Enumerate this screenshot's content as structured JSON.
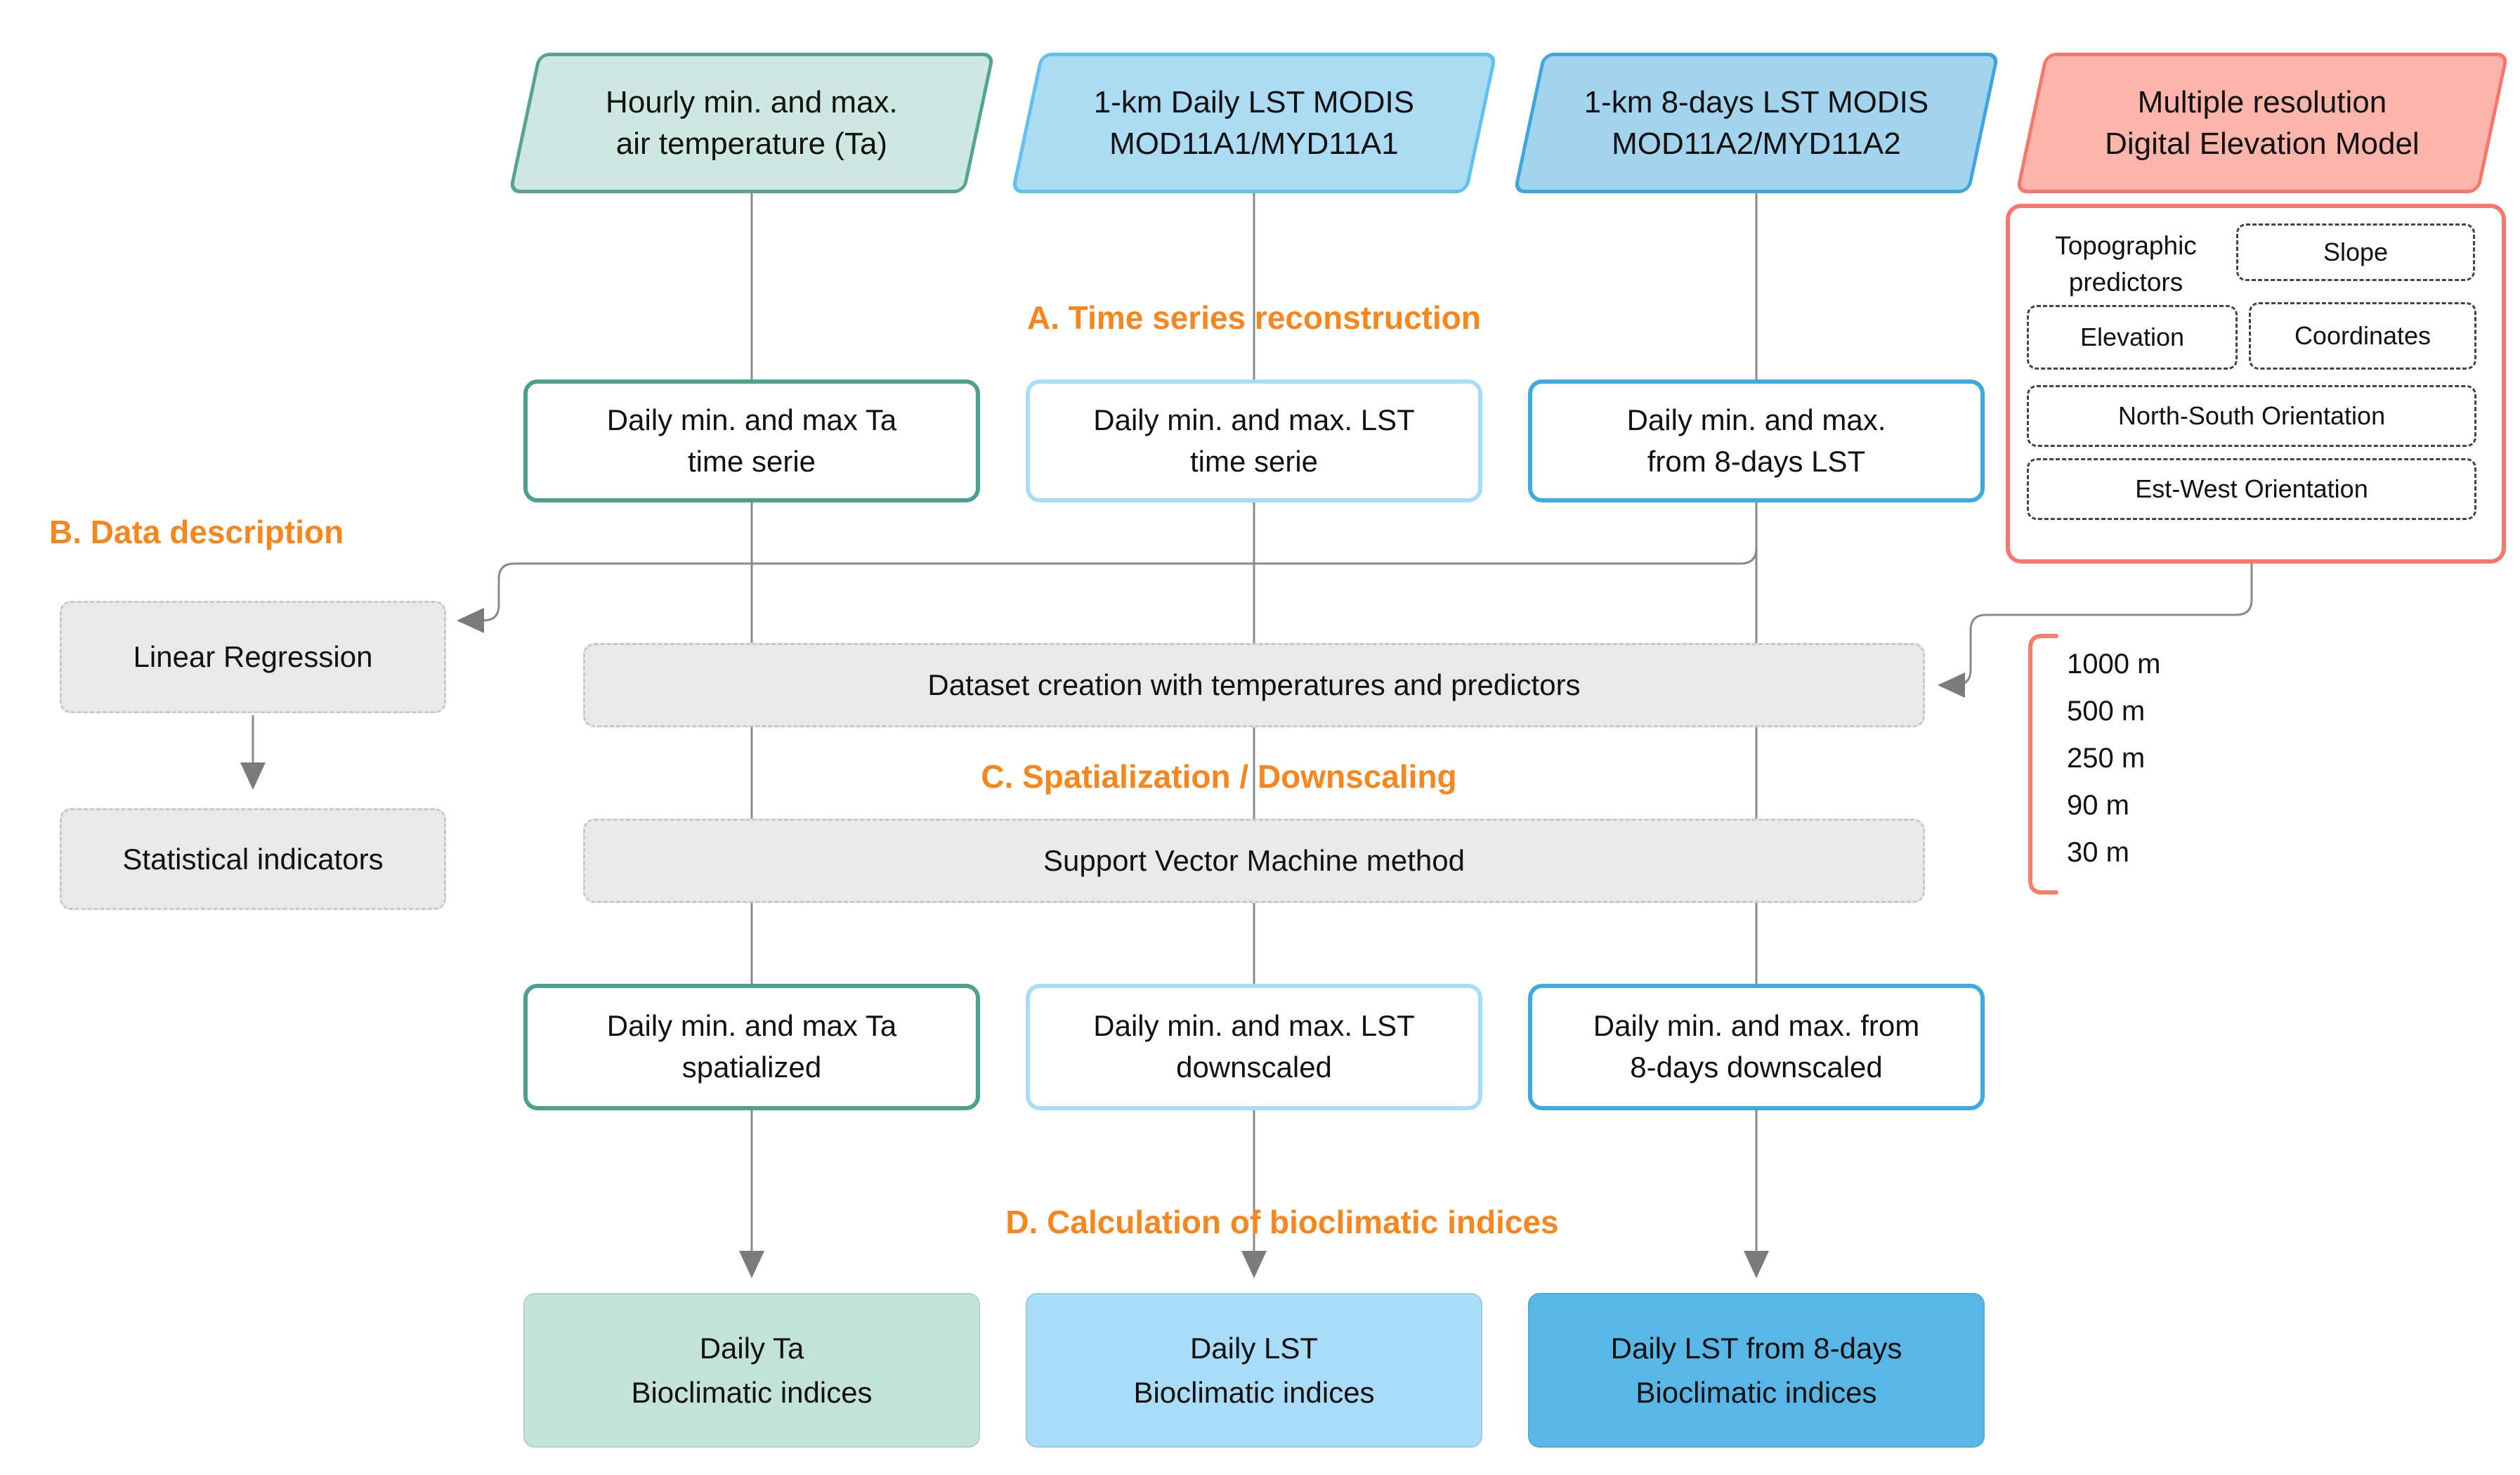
{
  "headings": {
    "a": "A. Time series reconstruction",
    "b": "B. Data description",
    "c": "C. Spatialization / Downscaling",
    "d": "D. Calculation of bioclimatic indices"
  },
  "inputs": [
    {
      "label": "Hourly min. and max.\nair temperature (Ta)"
    },
    {
      "label": "1-km Daily LST MODIS\nMOD11A1/MYD11A1"
    },
    {
      "label": "1-km 8-days LST MODIS\nMOD11A2/MYD11A2"
    },
    {
      "label": "Multiple resolution\nDigital Elevation Model"
    }
  ],
  "timeseries_row": [
    {
      "label": "Daily min. and max Ta\ntime serie"
    },
    {
      "label": "Daily min. and max. LST\ntime serie"
    },
    {
      "label": "Daily min. and max.\nfrom 8-days LST"
    }
  ],
  "topographic": {
    "title": "Topographic\npredictors",
    "predictors": [
      "Slope",
      "Elevation",
      "Coordinates",
      "North-South Orientation",
      "Est-West Orientation"
    ]
  },
  "data_description": {
    "linear_regression": "Linear Regression",
    "statistical_indicators": "Statistical indicators"
  },
  "dataset_box": "Dataset creation with temperatures and predictors",
  "svm_box": "Support Vector Machine method",
  "resolutions": [
    "1000 m",
    "500 m",
    "250 m",
    "90 m",
    "30 m"
  ],
  "spatialized_row": [
    {
      "label": "Daily min. and max Ta\nspatialized"
    },
    {
      "label": "Daily min. and max. LST\ndownscaled"
    },
    {
      "label": "Daily min. and max. from\n8-days downscaled"
    }
  ],
  "bioclimatic_row": [
    {
      "label": "Daily Ta\nBioclimatic indices"
    },
    {
      "label": "Daily LST\nBioclimatic indices"
    },
    {
      "label": "Daily LST from 8-days\nBioclimatic indices"
    }
  ],
  "colors": {
    "accent_orange": "#f6871f",
    "ta_fill": "#cde8e0",
    "ta_border": "#4ca08e",
    "lst_fill": "#abdcf4",
    "lst_border": "#62c0ec",
    "lst8_fill": "#a3d4ee",
    "lst8_border": "#3fa9e0",
    "dem_fill": "#fcb5ab",
    "dem_border": "#f8776a",
    "gray_fill": "#e9e9e9",
    "result_ta": "#c3e3d8",
    "result_lst": "#a9ddf7",
    "result_8d": "#58b7e6",
    "line_gray": "#8a8a8a",
    "bracket_red": "#f97d68"
  }
}
